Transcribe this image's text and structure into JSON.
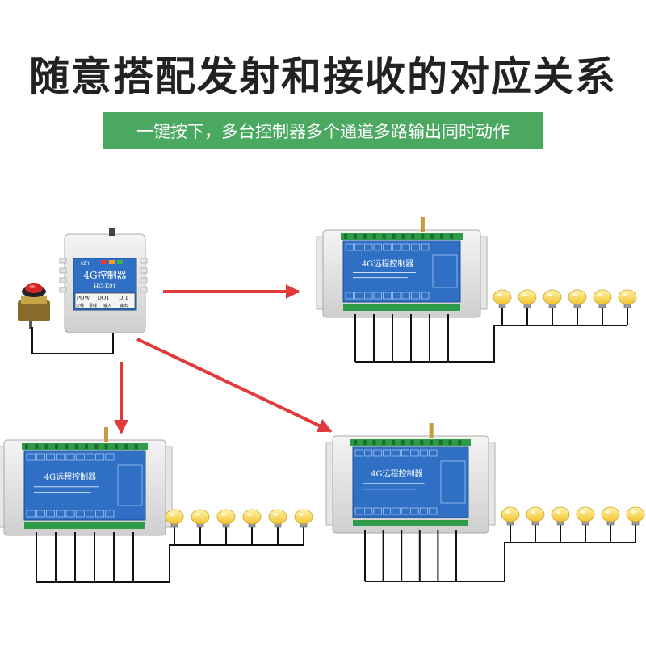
{
  "title": "随意搭配发射和接收的对应关系",
  "subtitle": "一键按下，多台控制器多个通道多路输出同时动作",
  "transmitter": {
    "model_label": "4G控制器",
    "model_code": "HC-K01",
    "key_label": "KEY",
    "terminal_labels": [
      "POW",
      "DO1",
      "DI1"
    ],
    "terminal_sublabels": [
      "火线",
      "零线",
      "输入",
      "输出"
    ]
  },
  "receiver": {
    "label": "4G远程控制器"
  },
  "colors": {
    "arrow": "#e03a3a",
    "banner": "#4aa860",
    "panel": "#2f6fc4",
    "bulb": "#f6d34a"
  }
}
